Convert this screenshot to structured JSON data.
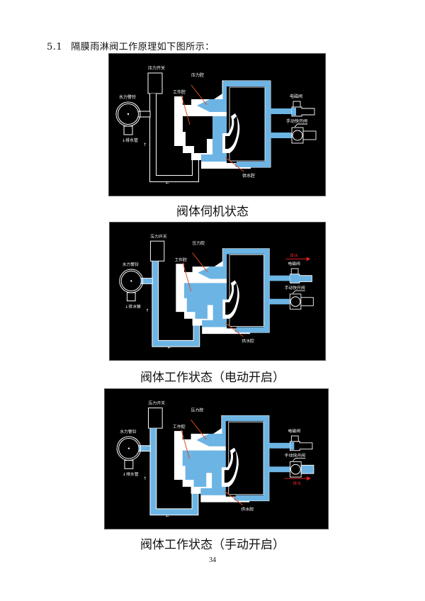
{
  "heading": {
    "number": "5.1",
    "text": "隔膜雨淋阀工作原理如下图所示："
  },
  "colors": {
    "water": "#6cb4e4",
    "body": "#ffffff",
    "background": "#000000",
    "leader": "#e04a1a",
    "drain_arrow": "#e02020"
  },
  "labels": {
    "pressure_switch": "压力开关",
    "pressure_chamber": "压力腔",
    "working_chamber": "工作腔",
    "water_alarm": "水力警铃",
    "drain_pipe": "↓排水管",
    "solenoid_valve": "电磁阀",
    "manual_valve": "手动快开阀",
    "supply_chamber": "供水腔",
    "drain": "排水",
    "flow_up": "↑",
    "flow_left": "←"
  },
  "figures": [
    {
      "caption": "阀体伺机状态",
      "state": "standby",
      "working_filled": false,
      "drain_at": "none"
    },
    {
      "caption": "阀体工作状态（电动开启）",
      "state": "electric-open",
      "working_filled": true,
      "drain_at": "solenoid"
    },
    {
      "caption": "阀体工作状态（手动开启）",
      "state": "manual-open",
      "working_filled": true,
      "drain_at": "manual"
    }
  ],
  "page_number": "34"
}
